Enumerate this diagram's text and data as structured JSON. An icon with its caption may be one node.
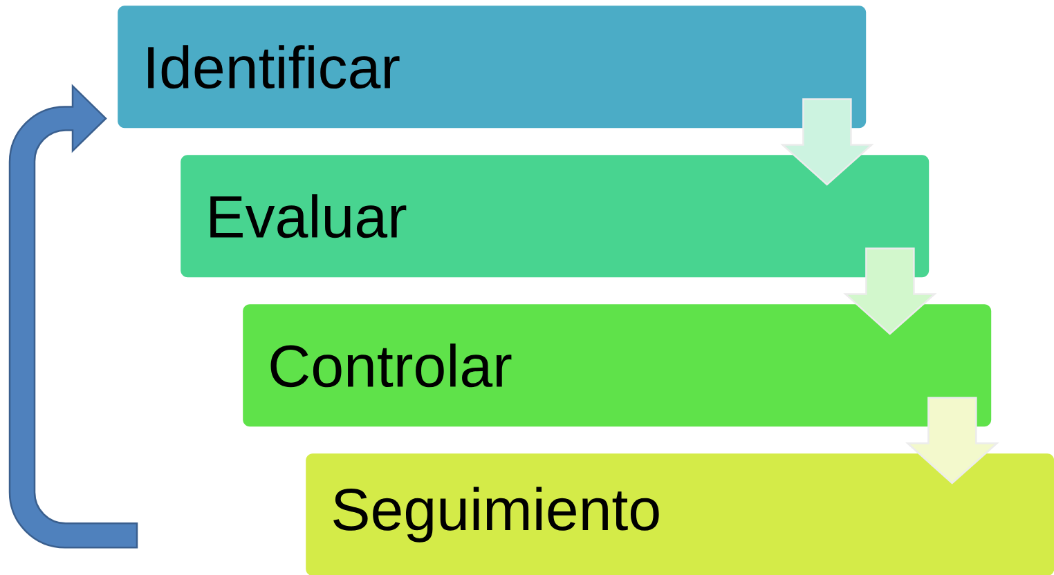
{
  "diagram": {
    "nodes": [
      {
        "text": [
          "Identificar"
        ]
      },
      {
        "text": [
          "Evaluar"
        ]
      },
      {
        "text": [
          "Controlar"
        ]
      },
      {
        "text": [
          "Seguimiento"
        ]
      }
    ],
    "edges": [
      {
        "from": 0,
        "to": 1,
        "arrow": "to"
      },
      {
        "from": 1,
        "to": 2,
        "arrow": "to"
      },
      {
        "from": 2,
        "to": 3,
        "arrow": "to"
      },
      {
        "from": 3,
        "to": 0,
        "arrow": "to",
        "color": "#4f81bd"
      }
    ]
  }
}
